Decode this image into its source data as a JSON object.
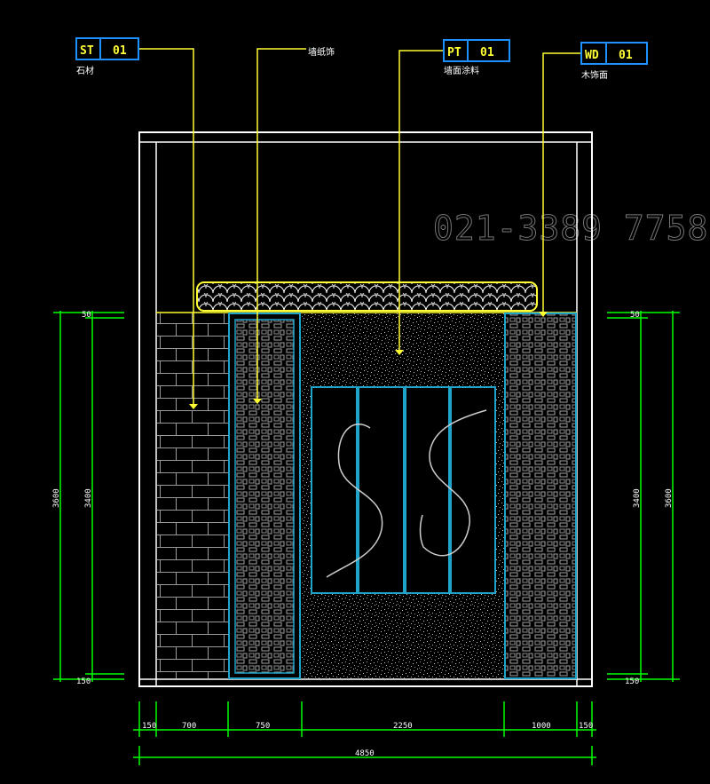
{
  "colors": {
    "background": "#000000",
    "outline": "#ffffff",
    "leader": "#ffff33",
    "tag_border": "#1e90ff",
    "panel_outline": "#1fa3c9",
    "dimension": "#00ff00",
    "hatch": "#9a9a9a"
  },
  "watermark": "021-3389 7758",
  "tags": [
    {
      "code": "ST",
      "num": "01",
      "note": "石材"
    },
    {
      "code": "",
      "num": "",
      "note": "墙纸饰"
    },
    {
      "code": "PT",
      "num": "01",
      "note": "墙面涂料"
    },
    {
      "code": "WD",
      "num": "01",
      "note": "木饰面"
    }
  ],
  "dimensions": {
    "bottom": [
      "150",
      "700",
      "750",
      "2250",
      "1000",
      "150"
    ],
    "total": "4850",
    "left_outer": "3600",
    "left_inner": "3400",
    "left_top": "50",
    "left_bottom": "150",
    "right_outer": "3600",
    "right_inner": "3400",
    "right_top": "50",
    "right_bottom": "150"
  }
}
